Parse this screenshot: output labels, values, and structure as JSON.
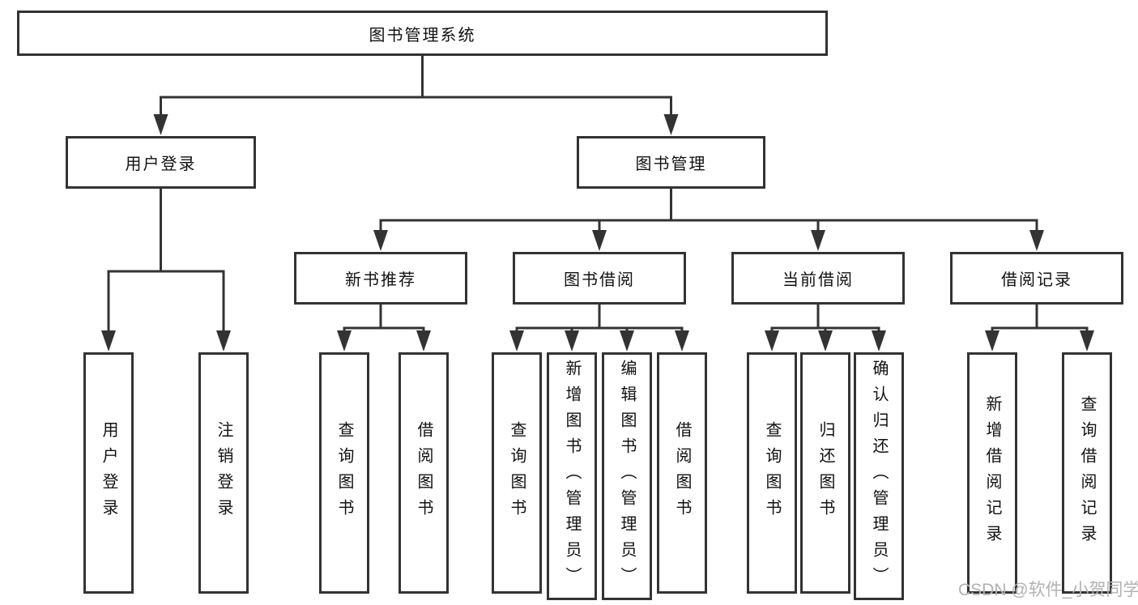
{
  "diagram": {
    "title": "图书管理系统",
    "type": "functional-structure-tree"
  },
  "colors": {
    "line": "#333333",
    "box_border": "#333333",
    "box_bg": "#ffffff",
    "text": "#111111",
    "watermark": "#b2b2b2"
  },
  "root": {
    "label": "图书管理系统"
  },
  "level2": [
    {
      "label": "用户登录"
    },
    {
      "label": "图书管理"
    }
  ],
  "level3": [
    {
      "label": "新书推荐",
      "parent": "图书管理"
    },
    {
      "label": "图书借阅",
      "parent": "图书管理"
    },
    {
      "label": "当前借阅",
      "parent": "图书管理"
    },
    {
      "label": "借阅记录",
      "parent": "图书管理"
    }
  ],
  "leaves": [
    {
      "label": "用户登录",
      "parent": "用户登录"
    },
    {
      "label": "注销登录",
      "parent": "用户登录"
    },
    {
      "label": "查询图书",
      "parent": "新书推荐"
    },
    {
      "label": "借阅图书",
      "parent": "新书推荐"
    },
    {
      "label": "查询图书",
      "parent": "图书借阅"
    },
    {
      "label": "新增图书（管理员）",
      "parent": "图书借阅"
    },
    {
      "label": "编辑图书（管理员）",
      "parent": "图书借阅"
    },
    {
      "label": "借阅图书",
      "parent": "图书借阅"
    },
    {
      "label": "查询图书",
      "parent": "当前借阅"
    },
    {
      "label": "归还图书",
      "parent": "当前借阅"
    },
    {
      "label": "确认归还（管理员）",
      "parent": "当前借阅"
    },
    {
      "label": "新增借阅记录",
      "parent": "借阅记录"
    },
    {
      "label": "查询借阅记录",
      "parent": "借阅记录"
    }
  ],
  "watermark": "CSDN @软件_小贺同学"
}
